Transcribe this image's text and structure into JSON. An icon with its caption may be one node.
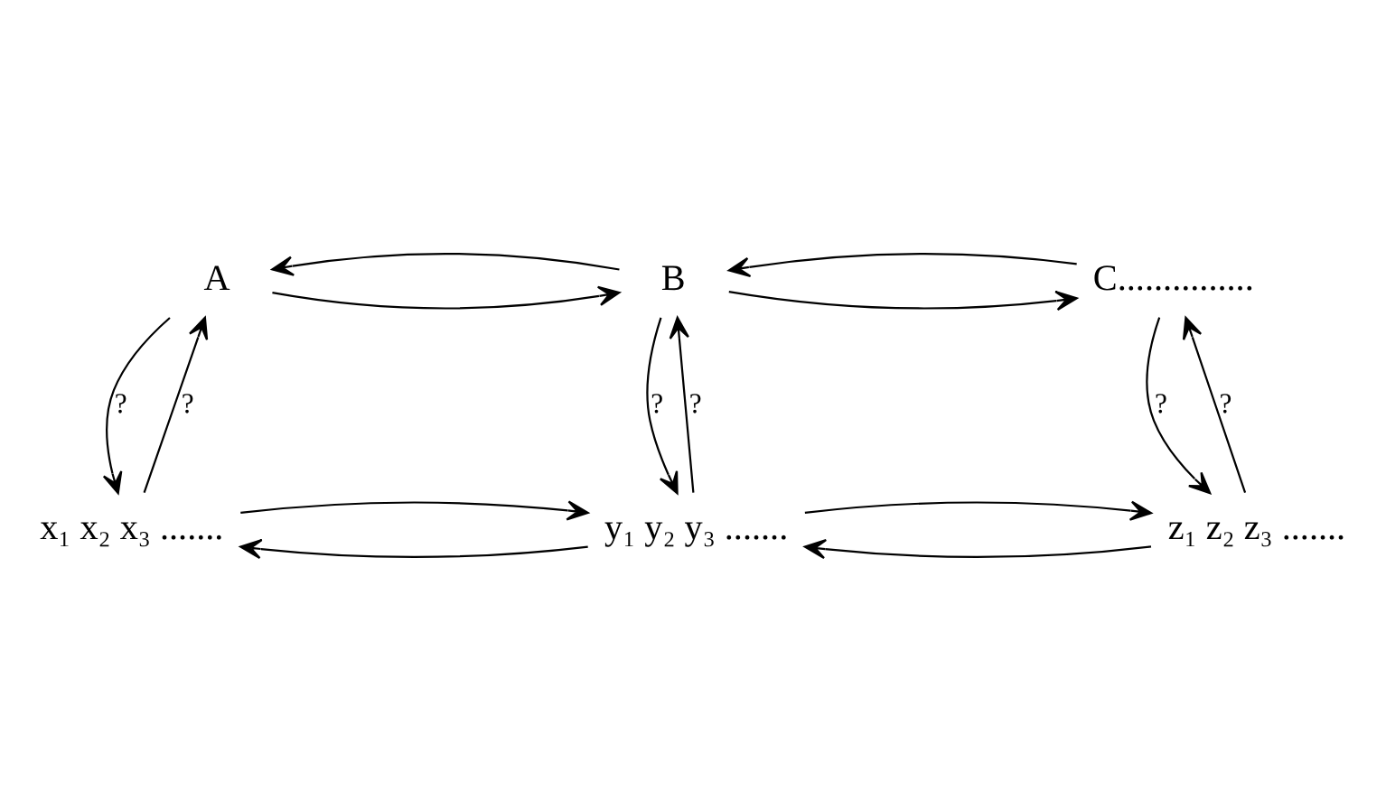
{
  "diagram": {
    "nodes": [
      {
        "text": [
          "A"
        ]
      },
      {
        "text": [
          "B"
        ]
      },
      {
        "text": [
          "C..............."
        ]
      },
      {
        "text": [
          "x₁ x₂ x₃ ......."
        ]
      },
      {
        "text": [
          "y₁ y₂ y₃ ......."
        ]
      },
      {
        "text": [
          "z₁ z₂ z₃ ......."
        ]
      }
    ],
    "edges": [
      {
        "from": 0,
        "to": 1,
        "arrow": "to"
      },
      {
        "from": 1,
        "to": 0,
        "arrow": "to"
      },
      {
        "from": 1,
        "to": 2,
        "arrow": "to"
      },
      {
        "from": 2,
        "to": 1,
        "arrow": "to"
      },
      {
        "from": 3,
        "to": 0,
        "arrow": "to",
        "label": "?"
      },
      {
        "from": 0,
        "to": 3,
        "arrow": "to",
        "label": "?"
      },
      {
        "from": 4,
        "to": 1,
        "arrow": "to",
        "label": "?"
      },
      {
        "from": 1,
        "to": 4,
        "arrow": "to",
        "label": "?"
      },
      {
        "from": 5,
        "to": 2,
        "arrow": "to",
        "label": "?"
      },
      {
        "from": 2,
        "to": 5,
        "arrow": "to",
        "label": "?"
      },
      {
        "from": 4,
        "to": 3,
        "arrow": "to"
      },
      {
        "from": 3,
        "to": 4,
        "arrow": "to"
      },
      {
        "from": 5,
        "to": 4,
        "arrow": "to"
      },
      {
        "from": 4,
        "to": 5,
        "arrow": "to"
      }
    ]
  }
}
